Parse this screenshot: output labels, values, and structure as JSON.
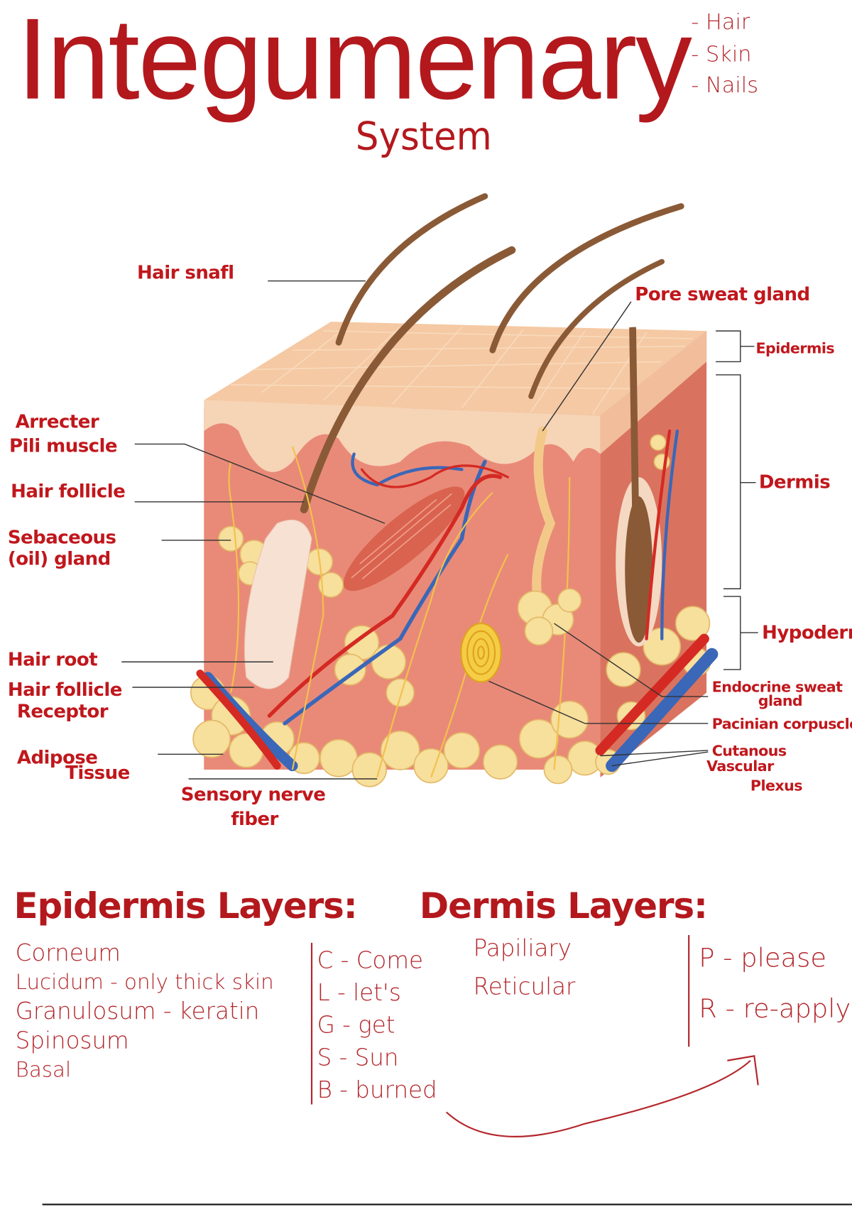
{
  "header": {
    "title": "Integumenary",
    "subtitle": "System",
    "topics": [
      "- Hair",
      "- Skin",
      "- Nails"
    ]
  },
  "diagram": {
    "labels": {
      "hair_shaft": "Hair snafl",
      "pore_sweat_gland": "Pore sweat gland",
      "epidermis": "Epidermis",
      "dermis": "Dermis",
      "hypodermis": "Hypoderm",
      "arrector_1": "Arrecter",
      "arrector_2": "Pili muscle",
      "hair_follicle": "Hair follicle",
      "sebaceous_1": "Sebaceous",
      "sebaceous_2": "(oil) gland",
      "hair_root": "Hair root",
      "follicle_receptor_1": "Hair follicle",
      "follicle_receptor_2": "Receptor",
      "adipose_1": "Adipose",
      "adipose_2": "Tissue",
      "sensory_1": "Sensory nerve",
      "sensory_2": "fiber",
      "endocrine_1": "Endocrine sweat",
      "endocrine_2": "gland",
      "pacinian": "Pacinian corpuscle",
      "plexus_1": "Cutanous",
      "plexus_2": "Vascular",
      "plexus_3": "Plexus"
    },
    "colors": {
      "ink": "#b3181d",
      "epidermis": "#f6cfae",
      "dermis": "#e98a78",
      "fat": "#f7df9c",
      "artery": "#d42a23",
      "vein": "#3a67b8",
      "hair": "#8a5a36"
    }
  },
  "notes": {
    "epidermis_heading": "Epidermis Layers:",
    "epidermis_layers": [
      "Corneum",
      "Lucidum - only thick skin",
      "Granulosum - keratin",
      "Spinosum",
      "Basal"
    ],
    "epidermis_mnemonic": [
      "C - Come",
      "L - let's",
      "G - get",
      "S - Sun",
      "B - burned"
    ],
    "dermis_heading": "Dermis Layers:",
    "dermis_layers": [
      "Papiliary",
      "Reticular"
    ],
    "dermis_mnemonic": [
      "P - please",
      "R - re-apply"
    ]
  }
}
